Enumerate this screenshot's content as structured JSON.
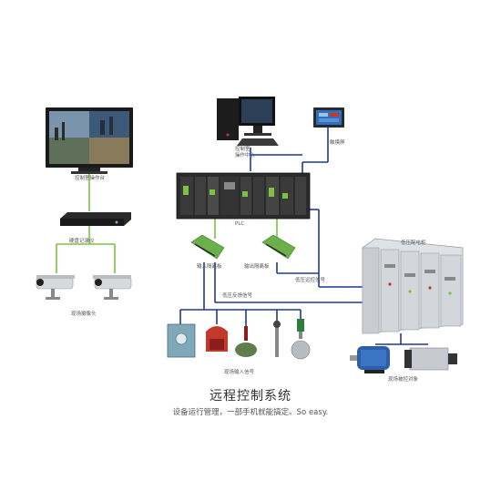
{
  "title": "远程控制系统",
  "subtitle": "设备运行管理，一部手机就能搞定。So easy.",
  "labels": {
    "control_center": "控制室操作台",
    "operator_pc_line1": "控制室",
    "operator_pc_line2": "操作中心",
    "touch_screen": "触摸屏",
    "dvr": "硬盘记录仪",
    "cameras": "现场摄像头",
    "plc": "PLC",
    "input_module_1": "输入隔离板",
    "input_module_2": "输出隔离板",
    "low_voltage_cabinet": "低压配电柜",
    "feedback_signal": "低压反馈信号",
    "control_signal": "低压远控信号",
    "field_inputs": "现场输入信号",
    "field_actuators": "现场被控对象"
  },
  "colors": {
    "green_wire": "#7dc242",
    "blue_wire": "#1f3a93",
    "cabinet": "#c9cdd2",
    "accent_blue": "#2e6fc1"
  },
  "icons": [
    "monitor-icon",
    "computer-icon",
    "touch-screen-icon",
    "dvr-icon",
    "camera-icon",
    "plc-icon",
    "terminal-board-icon",
    "cabinet-icon",
    "sensor-icon",
    "motor-icon",
    "actuator-icon"
  ]
}
